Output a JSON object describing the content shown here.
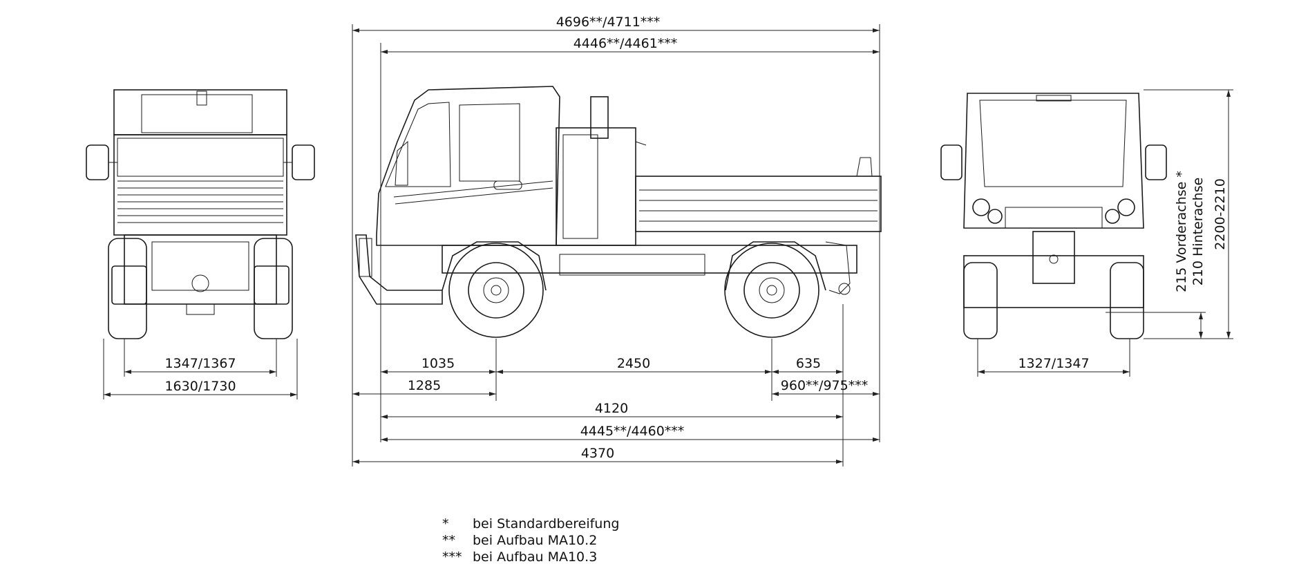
{
  "dimensions": {
    "overall_top": "4696**/4711***",
    "overall_second": "4446**/4461***",
    "front_overhang": "1035",
    "wheelbase": "2450",
    "rear_overhang": "635",
    "front_to_axle": "1285",
    "rear_to_end": "960**/975***",
    "length_4120": "4120",
    "length_4445": "4445**/4460***",
    "length_4370": "4370",
    "rear_track": "1347/1367",
    "rear_width": "1630/1730",
    "front_track": "1327/1347",
    "clearance_front": "215 Vorderachse *",
    "clearance_rear": "210  Hinterachse",
    "height": "2200-2210"
  },
  "legend": [
    {
      "symbol": "*",
      "text": "bei Standardbereifung"
    },
    {
      "symbol": "**",
      "text": "bei Aufbau MA10.2"
    },
    {
      "symbol": "***",
      "text": "bei Aufbau MA10.3"
    }
  ],
  "colors": {
    "line": "#1a1a1a",
    "background": "#ffffff"
  }
}
